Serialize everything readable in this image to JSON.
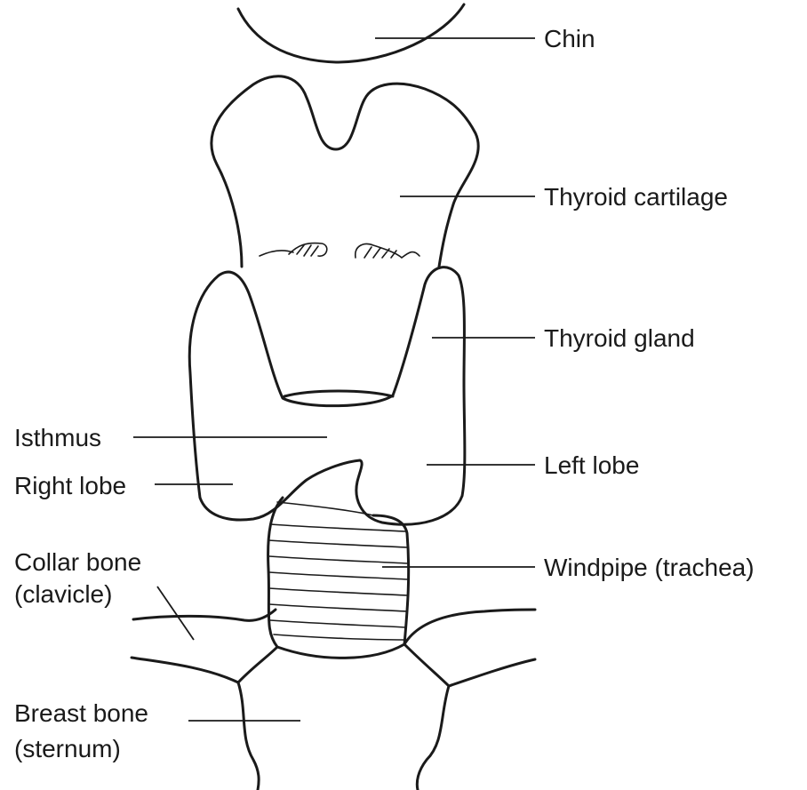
{
  "colors": {
    "gland_fill": "#a9abd3",
    "outline": "#1a1a1a",
    "background": "#ffffff"
  },
  "labels": {
    "chin": "Chin",
    "thyroid_cartilage": "Thyroid cartilage",
    "thyroid_gland": "Thyroid gland",
    "isthmus": "Isthmus",
    "right_lobe": "Right lobe",
    "left_lobe": "Left lobe",
    "collar_bone_line1": "Collar bone",
    "collar_bone_line2": "(clavicle)",
    "windpipe": "Windpipe (trachea)",
    "breast_bone_line1": "Breast bone",
    "breast_bone_line2": "(sternum)"
  }
}
